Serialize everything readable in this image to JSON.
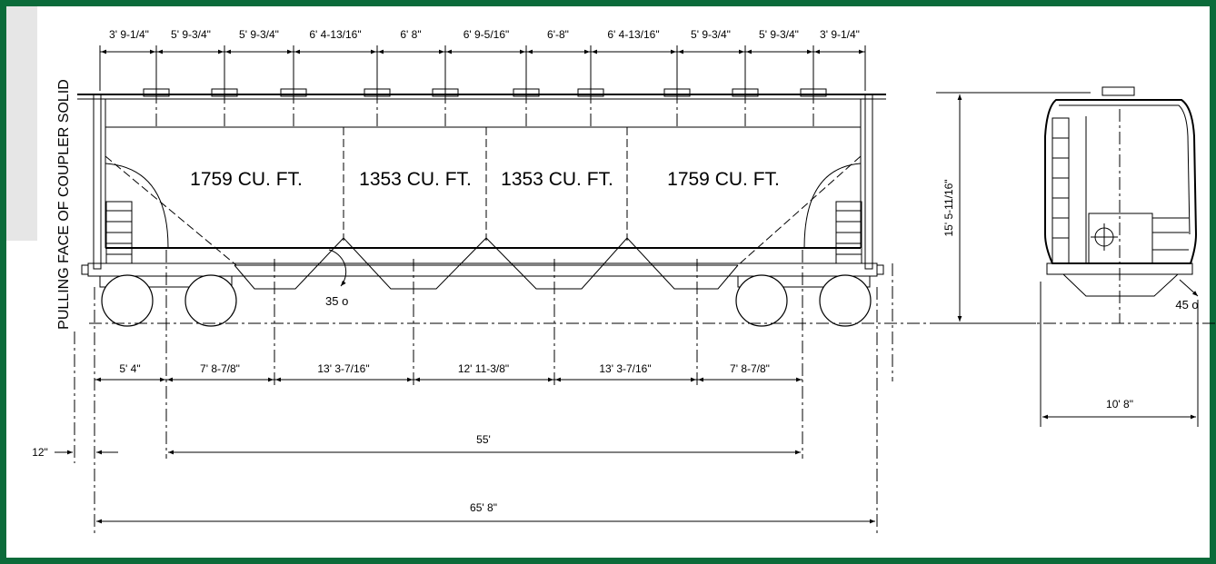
{
  "frame": {
    "border_color": "#0b6b3a",
    "panel_color": "#e6e6e6"
  },
  "top_dimensions": [
    "3' 9-1/4\"",
    "5' 9-3/4\"",
    "5' 9-3/4\"",
    "6' 4-13/16\"",
    "6' 8\"",
    "6' 9-5/16\"",
    "6'-8\"",
    "6' 4-13/16\"",
    "5' 9-3/4\"",
    "5' 9-3/4\"",
    "3' 9-1/4\""
  ],
  "capacities": [
    "1759 CU. FT.",
    "1353 CU. FT.",
    "1353 CU. FT.",
    "1759 CU. FT."
  ],
  "bottom_dimensions": [
    "5' 4\"",
    "7' 8-7/8\"",
    "13' 3-7/16\"",
    "12' 11-3/8\"",
    "13' 3-7/16\"",
    "7' 8-7/8\""
  ],
  "truck_centers": "55'",
  "overall_length": "65' 8\"",
  "coupler_offset": "12\"",
  "coupler_label": "PULLING FACE OF COUPLER SOLID",
  "angle_side": "35 o",
  "angle_end": "45 o",
  "height": "15' 5-11/16\"",
  "width": "10' 8\""
}
